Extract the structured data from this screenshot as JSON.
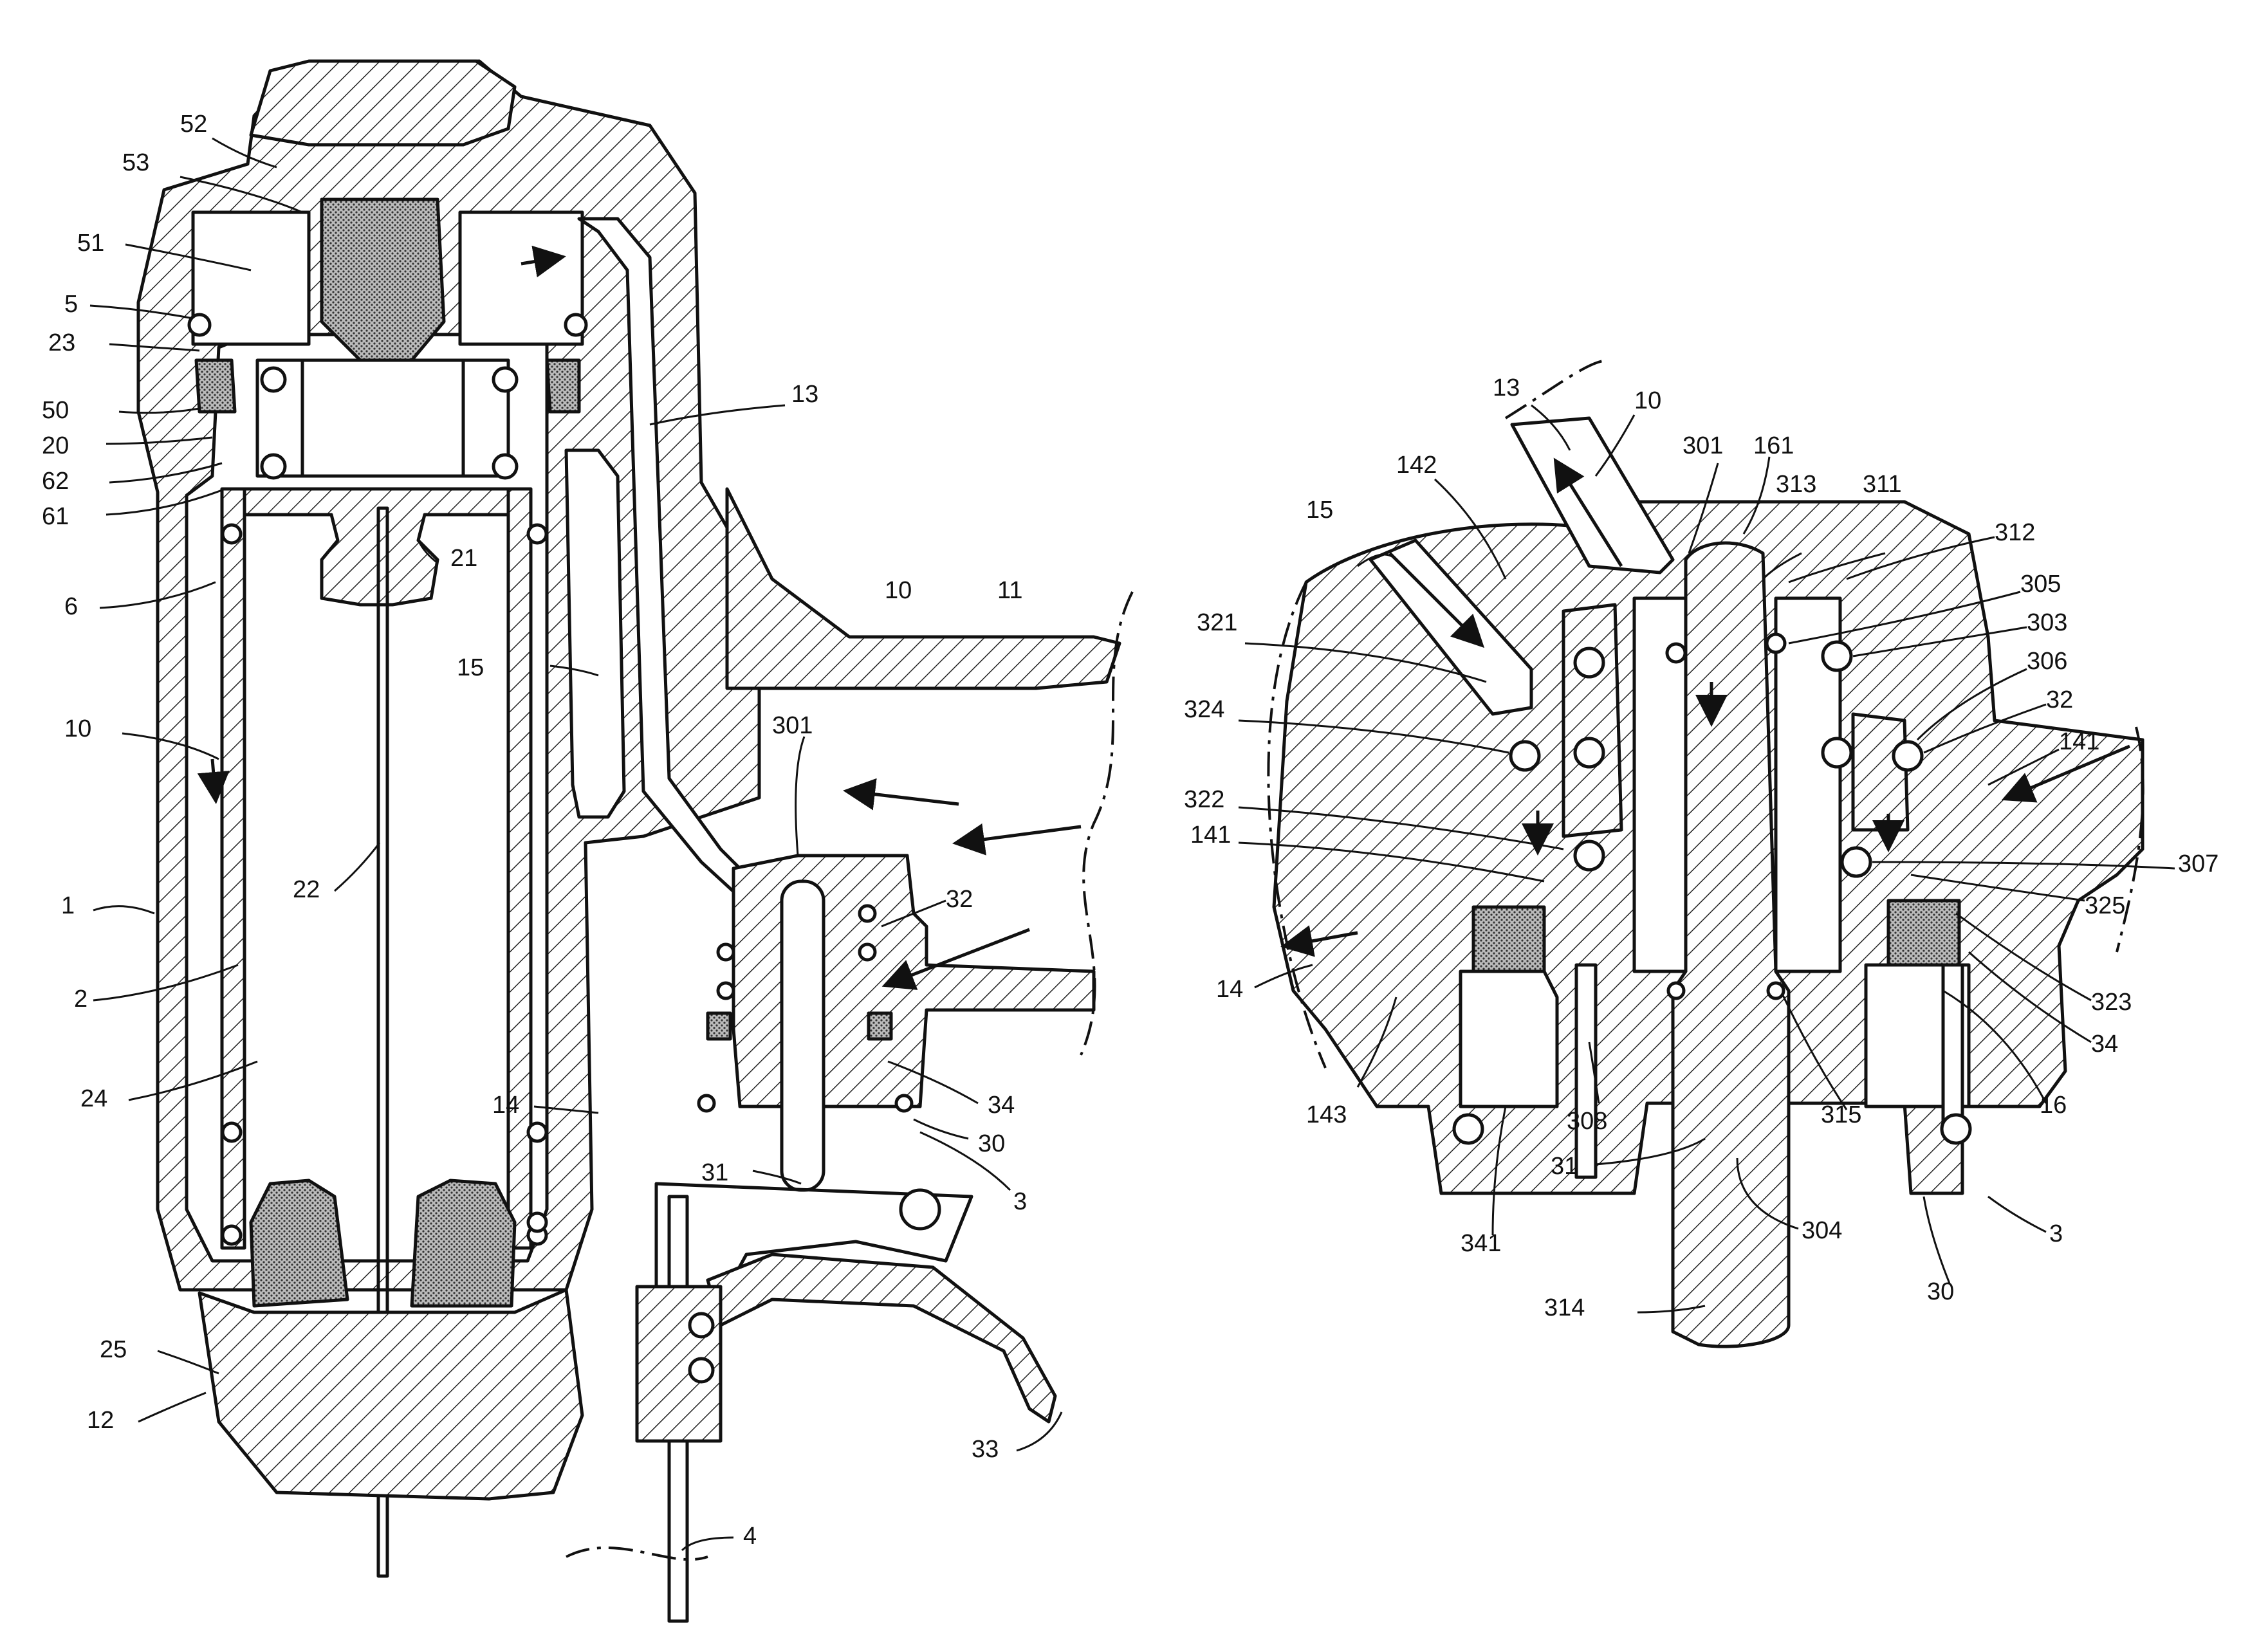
{
  "labels": {
    "l52": "52",
    "l53": "53",
    "l51": "51",
    "l5": "5",
    "l23": "23",
    "l50": "50",
    "l20": "20",
    "l62": "62",
    "l61": "61",
    "l6": "6",
    "l10a": "10",
    "l1": "1",
    "l2": "2",
    "l24": "24",
    "l22": "22",
    "l21": "21",
    "l13a": "13",
    "l15a": "15",
    "l10b": "10",
    "l11": "11",
    "l301a": "301",
    "l32a": "32",
    "l34a": "34",
    "l14a": "14",
    "l30a": "30",
    "l31a": "31",
    "l3a": "3",
    "l25": "25",
    "l12": "12",
    "l33": "33",
    "l4": "4",
    "d13": "13",
    "d10": "10",
    "d301": "301",
    "d161": "161",
    "d313": "313",
    "d311": "311",
    "d142": "142",
    "d15": "15",
    "d312": "312",
    "d305": "305",
    "d303": "303",
    "d321": "321",
    "d306": "306",
    "d32": "32",
    "d324": "324",
    "d141a": "141",
    "d322": "322",
    "d141b": "141",
    "d307": "307",
    "d325": "325",
    "d14": "14",
    "d323": "323",
    "d34": "34",
    "d143": "143",
    "d315": "315",
    "d16": "16",
    "d308": "308",
    "d31": "31",
    "d304": "304",
    "d3": "3",
    "d341": "341",
    "d30": "30",
    "d314": "314"
  }
}
